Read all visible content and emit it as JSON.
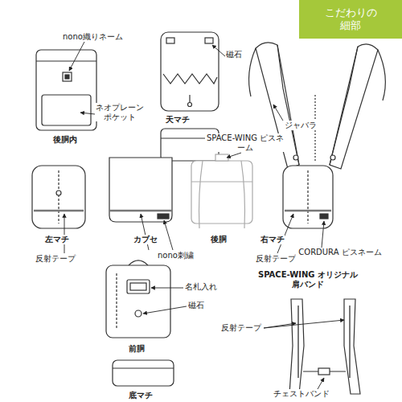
{
  "diagram": {
    "nodes": [
      {
        "text": [
          "こだわりの 細部"
        ]
      }
    ],
    "labels": [
      "nono織りネーム",
      "ネオプレーン ポケット",
      "後胴内",
      "磁石",
      "天マチ",
      "ジャバラ",
      "SPACE-WING ピスネーム",
      "左マチ",
      "反射テープ",
      "カブセ",
      "nono刺繍",
      "後胴",
      "右マチ",
      "反射テープ",
      "CORDURA ピスネーム",
      "名札入れ",
      "磁石",
      "前胴",
      "SPACE-WING オリジナル肩バンド",
      "反射テープ",
      "チェストバンド",
      "底マチ"
    ]
  }
}
